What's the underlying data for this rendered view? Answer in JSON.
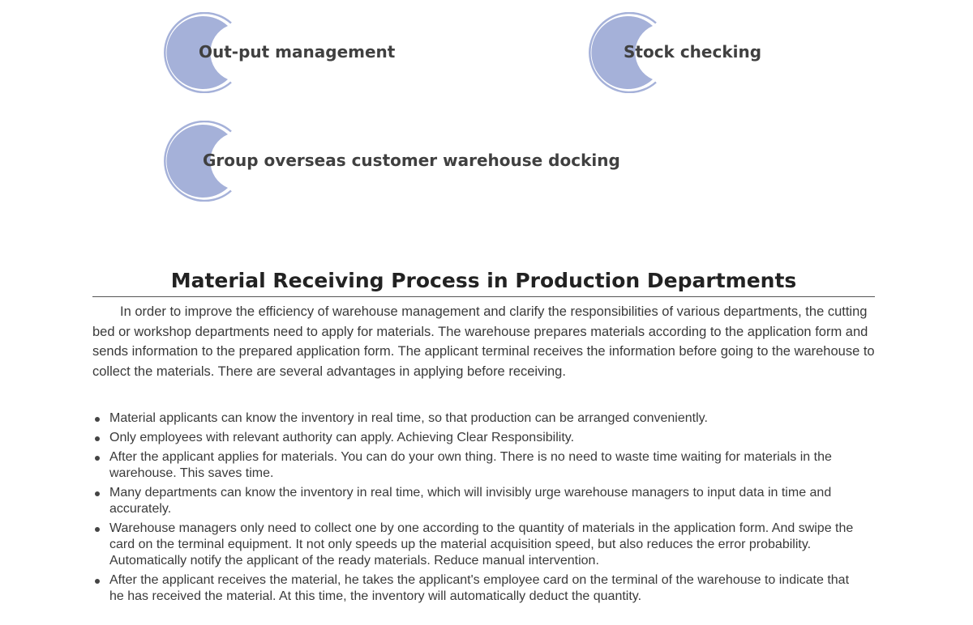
{
  "colors": {
    "badge_fill": "#a5b1d9",
    "badge_ring": "#a5b1d9",
    "heading_text": "#222222",
    "body_text": "#3a3a3a"
  },
  "features": [
    {
      "label": "Out-put management",
      "icon": "crescent-badge-icon"
    },
    {
      "label": "Stock checking",
      "icon": "crescent-badge-icon"
    },
    {
      "label": "Group overseas customer warehouse docking",
      "icon": "crescent-badge-icon"
    }
  ],
  "section": {
    "title": "Material Receiving Process in Production Departments",
    "intro": "In order to improve the efficiency of warehouse management and clarify the responsibilities of various departments, the cutting bed or workshop departments need to apply for materials. The warehouse prepares materials according to the application form and sends information to the prepared application form. The applicant terminal receives the information before going to the warehouse to collect the materials. There are several advantages in applying before receiving.",
    "advantages": [
      "Material applicants can know the inventory in real time, so that production can be arranged conveniently.",
      "Only employees with relevant authority can apply. Achieving Clear Responsibility.",
      "After the applicant applies for materials. You can do your own thing. There is no need to waste time waiting for materials in the warehouse. This saves time.",
      "Many departments can know the inventory in real time, which will invisibly urge warehouse managers to input data in time and accurately.",
      "Warehouse managers only need to collect one by one according to the quantity of materials in the application form. And swipe the card on the terminal equipment. It not only speeds up the material acquisition speed, but also reduces the error probability. Automatically notify the applicant of the ready materials. Reduce manual intervention.",
      "After the applicant receives the material, he takes the applicant's employee card on the terminal of the warehouse to indicate that he has received the material. At this time, the inventory will automatically deduct the quantity."
    ]
  }
}
